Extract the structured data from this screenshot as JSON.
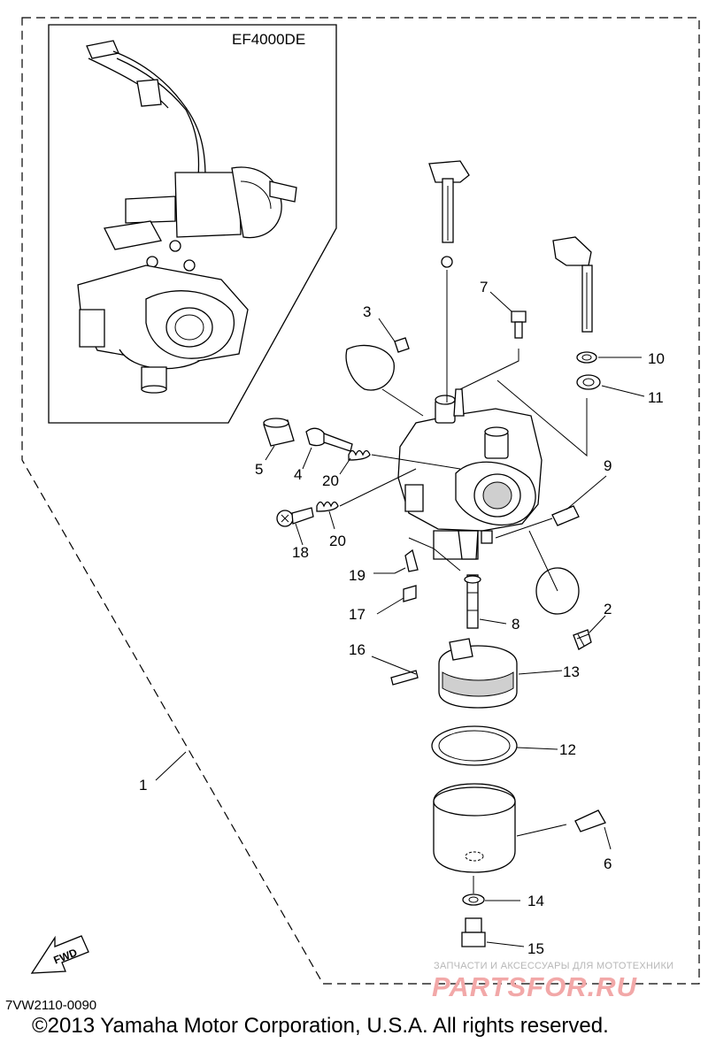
{
  "inset": {
    "title": "EF4000DE"
  },
  "part_numbers": {
    "p1": "1",
    "p2": "2",
    "p3": "3",
    "p4": "4",
    "p5": "5",
    "p6": "6",
    "p7": "7",
    "p8": "8",
    "p9": "9",
    "p10": "10",
    "p11": "11",
    "p12": "12",
    "p13": "13",
    "p14": "14",
    "p15": "15",
    "p16": "16",
    "p17": "17",
    "p18": "18",
    "p19": "19",
    "p20a": "20",
    "p20b": "20"
  },
  "fwd_label": "FWD",
  "reference_code": "7VW2110-0090",
  "copyright": "©2013 Yamaha Motor Corporation, U.S.A. All rights reserved.",
  "watermark": {
    "subtitle": "ЗАПЧАСТИ И АКСЕССУАРЫ ДЛЯ МОТОТЕХНИКИ",
    "logo": "PARTSFOR.RU"
  }
}
